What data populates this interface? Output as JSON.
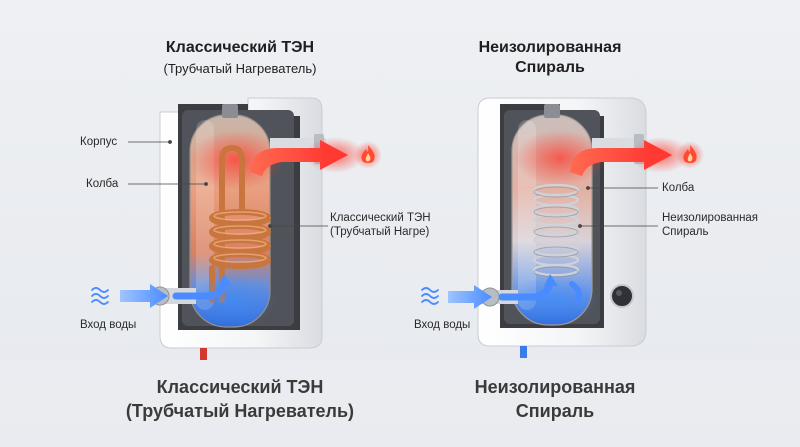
{
  "left_heater": {
    "title_top": "Классический ТЭН",
    "subtitle_top": "(Трубчатый Нагреватель)",
    "title_bottom_line1": "Классический ТЭН",
    "title_bottom_line2": "(Трубчатый Нагреватель)",
    "labels": {
      "body": "Корпус",
      "flask": "Колба",
      "element_line1": "Классический ТЭН",
      "element_line2": "(Трубчатый Нагре)",
      "water_inlet": "Вход воды"
    }
  },
  "right_heater": {
    "title_top_line1": "Неизолированная",
    "title_top_line2": "Спираль",
    "title_bottom_line1": "Неизолированная",
    "title_bottom_line2": "Спираль",
    "labels": {
      "flask": "Колба",
      "spiral_line1": "Неизолированная",
      "spiral_line2": "Спираль",
      "water_inlet": "Вход воды"
    }
  },
  "colors": {
    "hot": "#ff3b2f",
    "cold": "#3a8dff",
    "copper": "#c8763d",
    "casing": "#f7f7f8"
  },
  "icons": [
    "water-waves-icon",
    "flame-icon"
  ]
}
